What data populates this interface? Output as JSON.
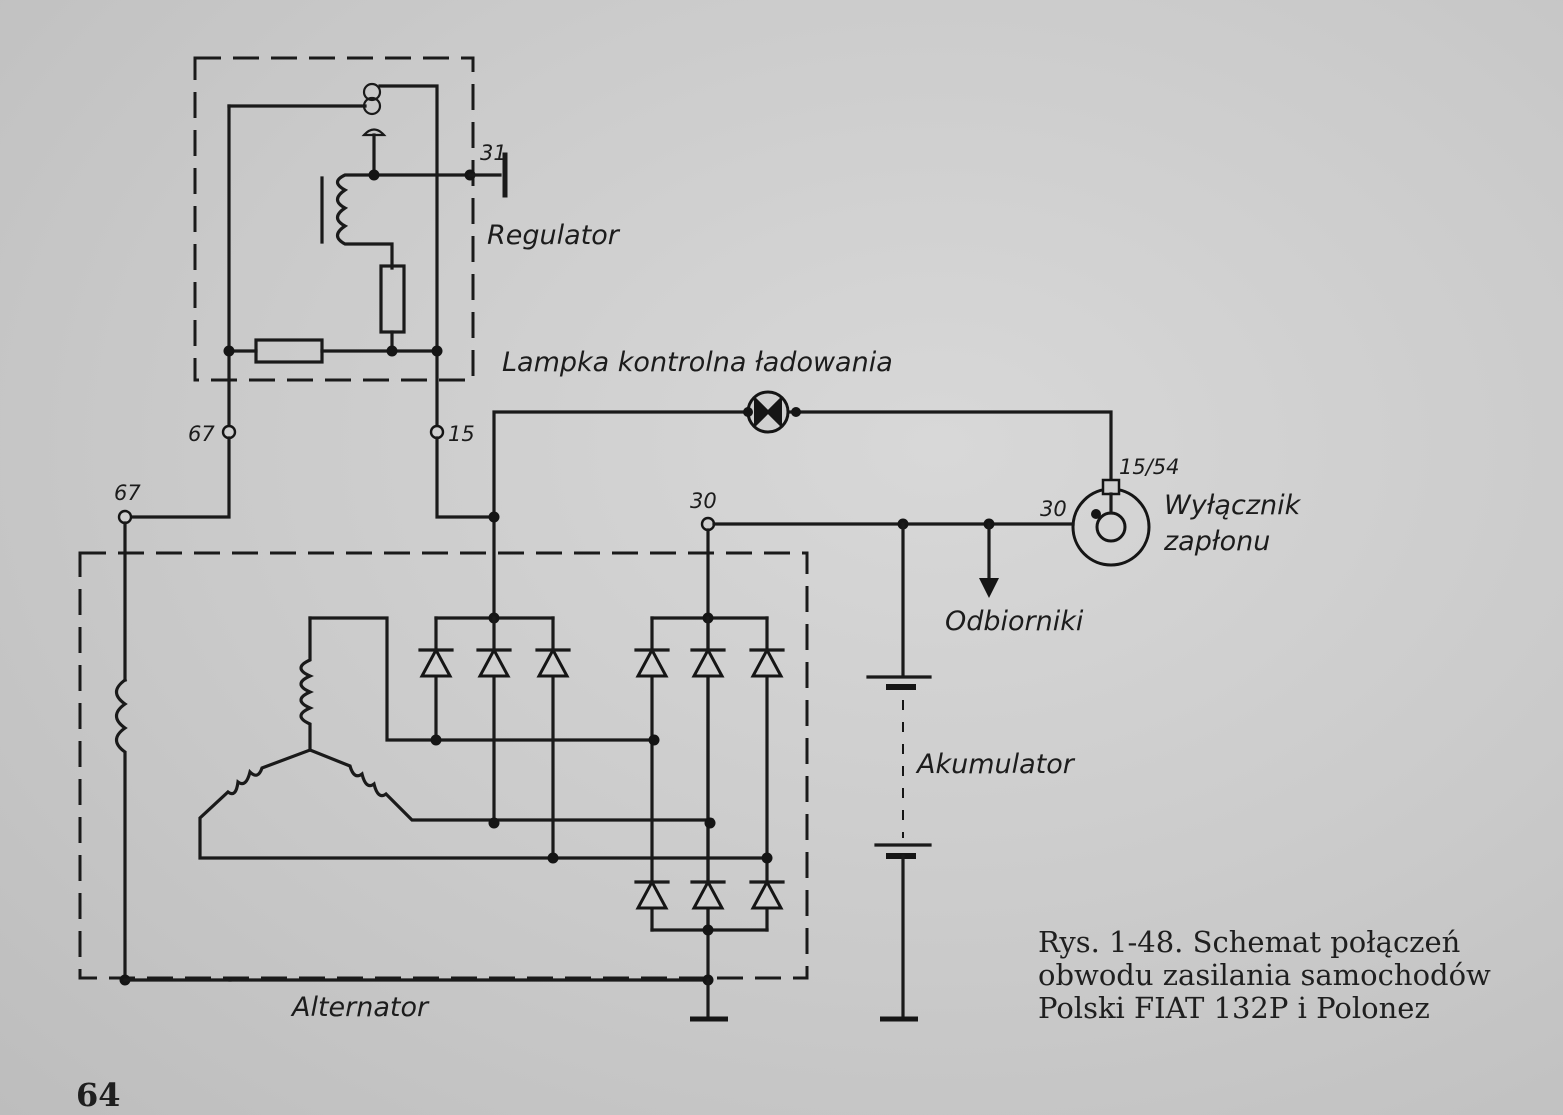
{
  "labels": {
    "regulator": "Regulator",
    "warning_lamp": "Lampka kontrolna ładowania",
    "ignition_switch_line1": "Wyłącznik",
    "ignition_switch_line2": "zapłonu",
    "loads": "Odbiorniki",
    "battery": "Akumulator",
    "alternator": "Alternator"
  },
  "terminals": {
    "t31": "31",
    "t67_regulator": "67",
    "t15_regulator": "15",
    "t67_alternator": "67",
    "t30_alternator": "30",
    "t15_54": "15/54",
    "t30_switch": "30"
  },
  "caption": {
    "line1": "Rys. 1-48. Schemat połączeń",
    "line2": "obwodu zasilania samochodów",
    "line3": "Polski FIAT 132P i Polonez"
  },
  "page_number": "64"
}
